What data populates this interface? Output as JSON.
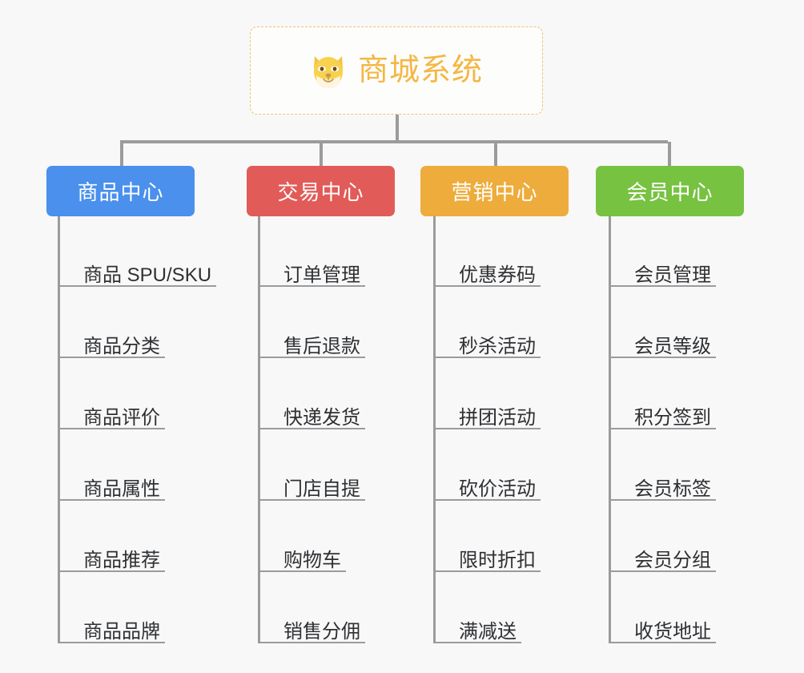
{
  "page": {
    "background_color": "#f8f8f8",
    "connector_color": "#9b9b9b"
  },
  "root": {
    "title": "商城系统",
    "icon": "dog-face-icon",
    "text_color": "#f4b743",
    "border_color": "#f0c270",
    "background_color": "#fdfdfc"
  },
  "branches": [
    {
      "label": "商品中心",
      "color": "#4a90ec",
      "items": [
        "商品 SPU/SKU",
        "商品分类",
        "商品评价",
        "商品属性",
        "商品推荐",
        "商品品牌"
      ]
    },
    {
      "label": "交易中心",
      "color": "#e15b58",
      "items": [
        "订单管理",
        "售后退款",
        "快递发货",
        "门店自提",
        "购物车",
        "销售分佣"
      ]
    },
    {
      "label": "营销中心",
      "color": "#eeac3c",
      "items": [
        "优惠券码",
        "秒杀活动",
        "拼团活动",
        "砍价活动",
        "限时折扣",
        "满减送"
      ]
    },
    {
      "label": "会员中心",
      "color": "#78c242",
      "items": [
        "会员管理",
        "会员等级",
        "积分签到",
        "会员标签",
        "会员分组",
        "收货地址"
      ]
    }
  ]
}
